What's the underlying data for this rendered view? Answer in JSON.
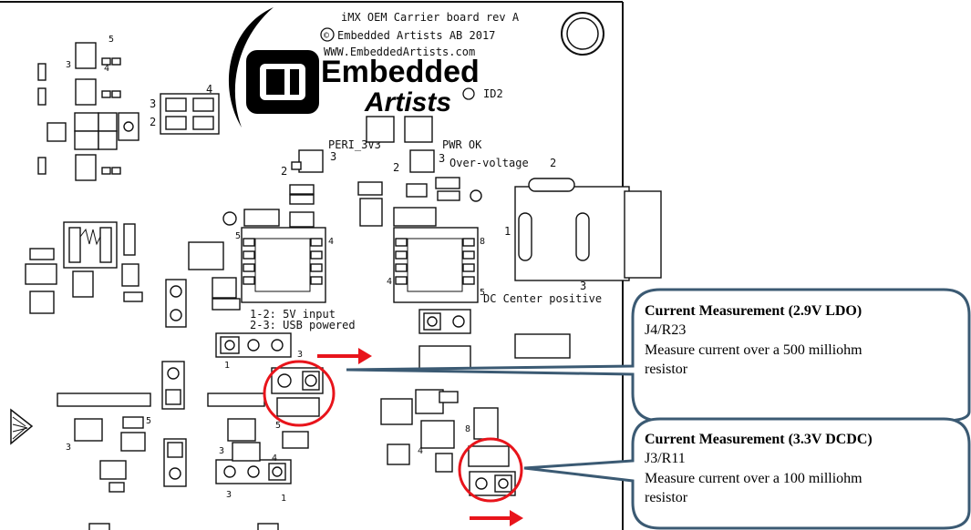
{
  "board": {
    "title_line": "iMX OEM Carrier board rev A",
    "copyright_line": "Embedded Artists AB 2017",
    "copyright_symbol": "©",
    "url_line": "WWW.EmbeddedArtists.com",
    "logo_word_1": "Embedded",
    "logo_word_2": "Artists",
    "id_label": "ID2",
    "peri_label": "PERI_3V3",
    "pwr_ok_label": "PWR OK",
    "over_voltage_label": "Over-voltage",
    "dc_label": "DC Center positive",
    "dc_5v": "5V",
    "jumper_note_1": "1-2: 5V input",
    "jumper_note_2": "2-3: USB powered",
    "pin_numbers": {
      "p1": "1",
      "p2": "2",
      "p3": "3",
      "p4": "4",
      "p5": "5",
      "p8": "8"
    }
  },
  "callouts": [
    {
      "title": "Current Measurement (2.9V LDO)",
      "ref": "J4/R23",
      "desc_line1": "Measure current over a 500 milliohm",
      "desc_line2": "resistor"
    },
    {
      "title": "Current Measurement (3.3V DCDC)",
      "ref": "J3/R11",
      "desc_line1": "Measure current over a 100 milliohm",
      "desc_line2": "resistor"
    }
  ],
  "colors": {
    "highlight_red": "#e8141b",
    "callout_border": "#3b5a73",
    "silkscreen": "#111111",
    "board_bg": "#ffffff"
  }
}
